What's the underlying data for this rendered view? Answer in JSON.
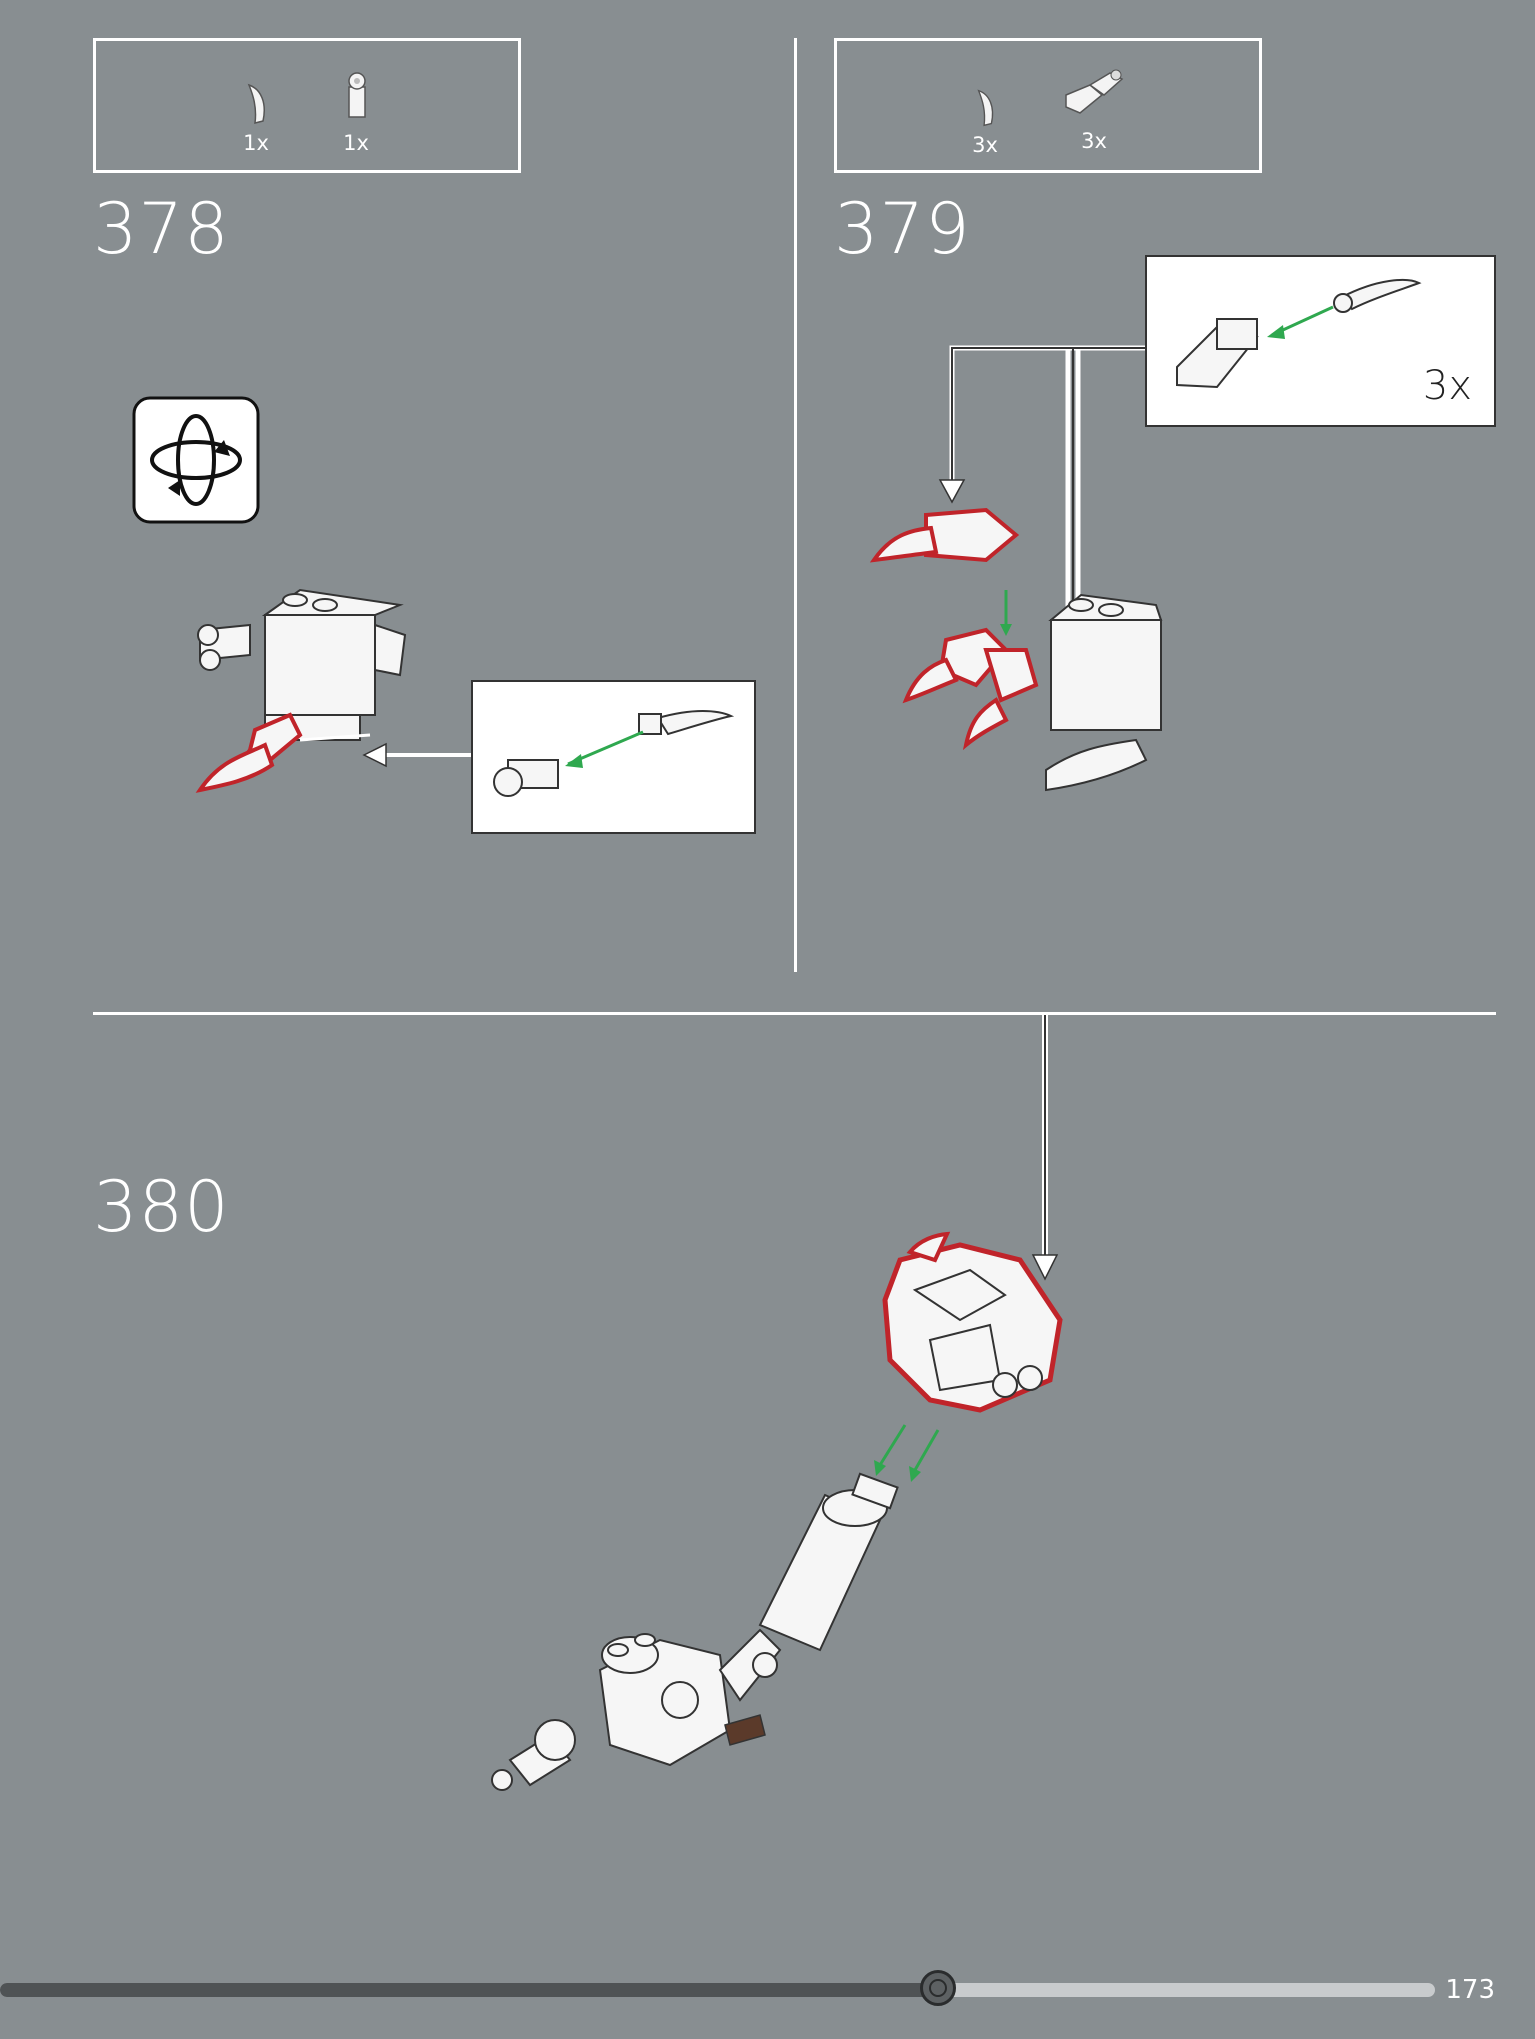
{
  "step378": {
    "number": "378",
    "parts": [
      {
        "icon": "claw-tooth-icon",
        "qty": "1x"
      },
      {
        "icon": "clip-bar-icon",
        "qty": "1x"
      }
    ]
  },
  "step379": {
    "number": "379",
    "parts": [
      {
        "icon": "claw-tooth-icon",
        "qty": "3x"
      },
      {
        "icon": "clip-bracket-icon",
        "qty": "3x"
      }
    ],
    "callout_multiplier": "3x"
  },
  "step380": {
    "number": "380"
  },
  "progress": {
    "fraction": 0.61
  },
  "page": {
    "number": "173"
  },
  "colors": {
    "background": "#888e91",
    "highlight": "#c0242a",
    "arrow_green": "#2fa84f"
  }
}
